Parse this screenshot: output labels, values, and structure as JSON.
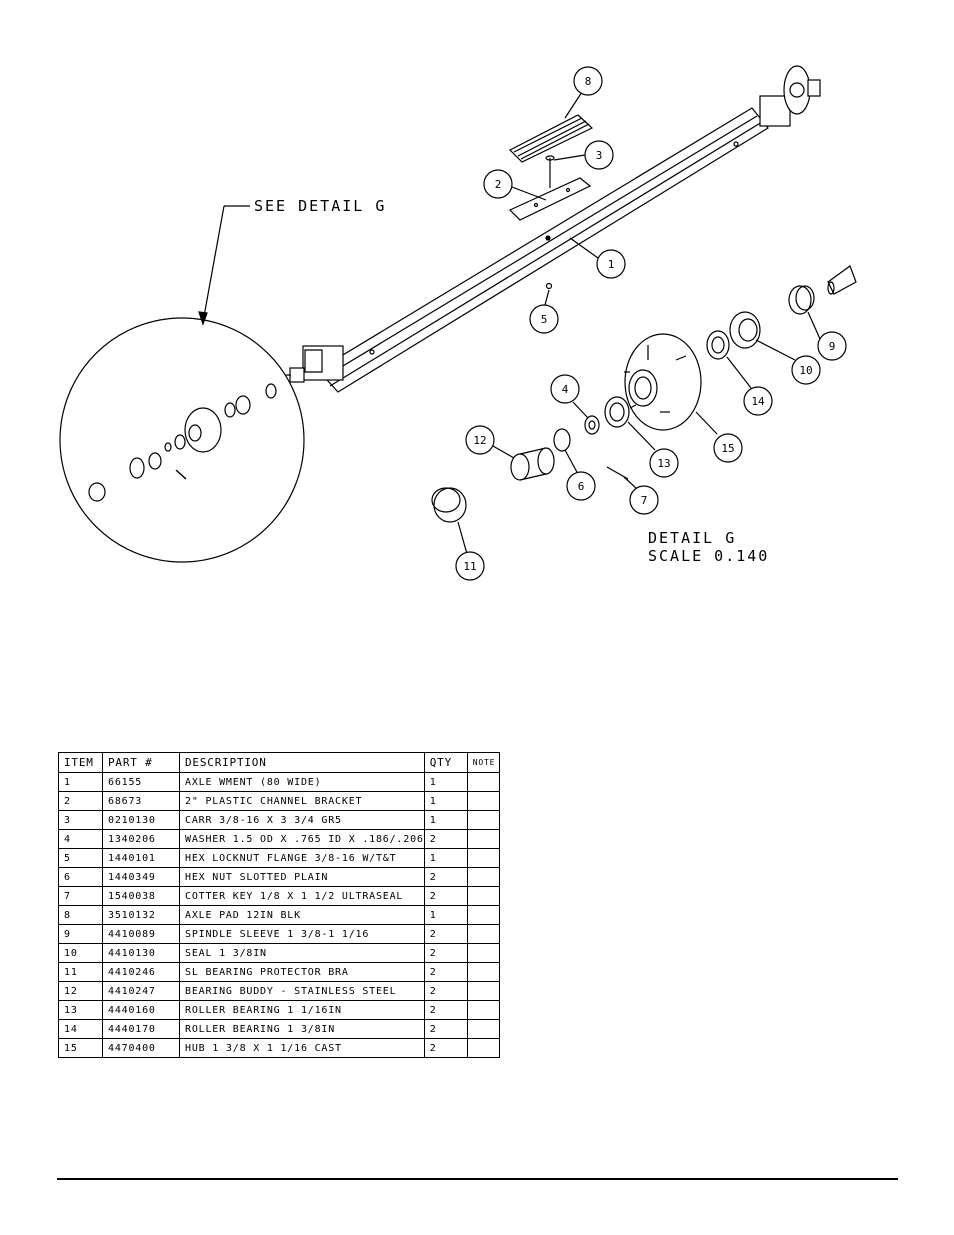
{
  "detail": {
    "callout": "SEE DETAIL  G",
    "title": "DETAIL  G",
    "scale": "SCALE  0.140"
  },
  "balloons": [
    "8",
    "3",
    "2",
    "1",
    "5",
    "9",
    "10",
    "14",
    "4",
    "12",
    "15",
    "13",
    "6",
    "7",
    "11"
  ],
  "bom": {
    "headers": [
      "ITEM",
      "PART #",
      "DESCRIPTION",
      "QTY",
      "NOTE"
    ],
    "rows": [
      {
        "item": "1",
        "part": "66155",
        "desc": "AXLE WMENT (80 WIDE)",
        "qty": "1",
        "note": ""
      },
      {
        "item": "2",
        "part": "68673",
        "desc": "2\" PLASTIC CHANNEL BRACKET",
        "qty": "1",
        "note": ""
      },
      {
        "item": "3",
        "part": "0210130",
        "desc": "CARR 3/8-16 X 3 3/4 GR5",
        "qty": "1",
        "note": ""
      },
      {
        "item": "4",
        "part": "1340206",
        "desc": "WASHER 1.5 OD X .765 ID X .186/.206",
        "qty": "2",
        "note": ""
      },
      {
        "item": "5",
        "part": "1440101",
        "desc": "HEX LOCKNUT FLANGE 3/8-16 W/T&T",
        "qty": "1",
        "note": ""
      },
      {
        "item": "6",
        "part": "1440349",
        "desc": "HEX NUT SLOTTED PLAIN",
        "qty": "2",
        "note": ""
      },
      {
        "item": "7",
        "part": "1540038",
        "desc": "COTTER KEY 1/8 X 1 1/2 ULTRASEAL",
        "qty": "2",
        "note": ""
      },
      {
        "item": "8",
        "part": "3510132",
        "desc": "AXLE PAD 12IN  BLK",
        "qty": "1",
        "note": ""
      },
      {
        "item": "9",
        "part": "4410089",
        "desc": "SPINDLE SLEEVE  1 3/8-1 1/16",
        "qty": "2",
        "note": ""
      },
      {
        "item": "10",
        "part": "4410130",
        "desc": "SEAL  1 3/8IN",
        "qty": "2",
        "note": ""
      },
      {
        "item": "11",
        "part": "4410246",
        "desc": "SL BEARING PROTECTOR BRA",
        "qty": "2",
        "note": ""
      },
      {
        "item": "12",
        "part": "4410247",
        "desc": "BEARING BUDDY - STAINLESS STEEL",
        "qty": "2",
        "note": ""
      },
      {
        "item": "13",
        "part": "4440160",
        "desc": "ROLLER BEARING   1 1/16IN",
        "qty": "2",
        "note": ""
      },
      {
        "item": "14",
        "part": "4440170",
        "desc": "ROLLER BEARING   1 3/8IN",
        "qty": "2",
        "note": ""
      },
      {
        "item": "15",
        "part": "4470400",
        "desc": "HUB   1 3/8 X 1 1/16 CAST",
        "qty": "2",
        "note": ""
      }
    ]
  }
}
